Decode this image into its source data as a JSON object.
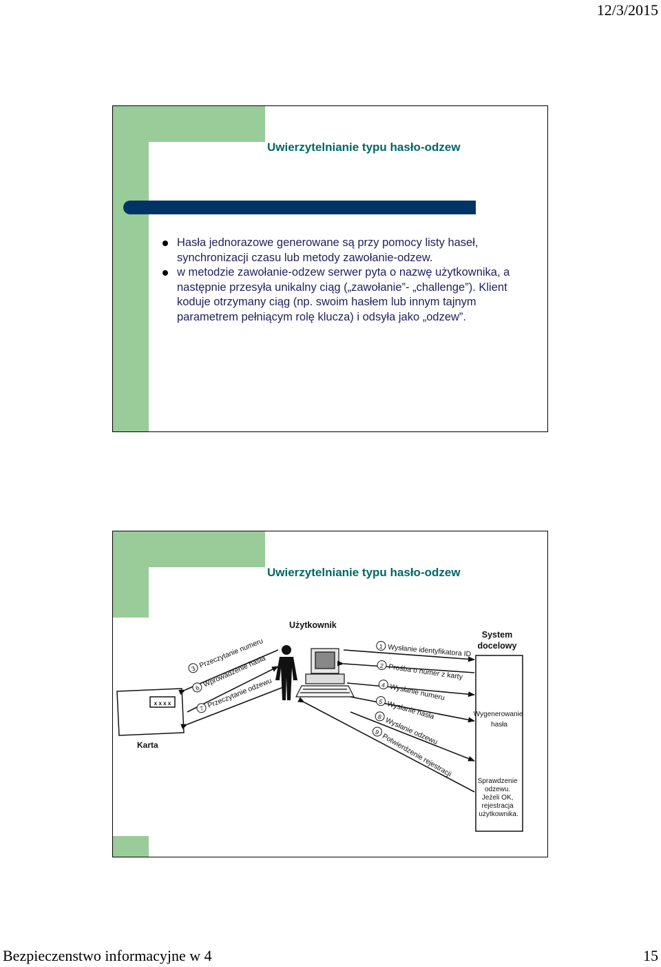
{
  "header": {
    "date": "12/3/2015"
  },
  "footer": {
    "left": "Bezpieczenstwo  informacyjne w 4",
    "page_number": "15"
  },
  "slide1": {
    "title": "Uwierzytelnianie typu hasło-odzew",
    "bullets": [
      "Hasła jednorazowe generowane są przy pomocy listy haseł, synchronizacji czasu lub metody zawołanie-odzew.",
      "w metodzie zawołanie-odzew serwer pyta o nazwę użytkownika, a następnie przesyła unikalny ciąg („zawołanie”- „challenge”). Klient koduje otrzymany ciąg (np. swoim hasłem lub innym tajnym parametrem pełniącym rolę klucza) i odsyła jako „odzew”."
    ]
  },
  "slide2": {
    "title": "Uwierzytelnianie typu hasło-odzew",
    "diagram": {
      "user_label": "Użytkownik",
      "system_label_1": "System",
      "system_label_2": "docelowy",
      "card_label": "Karta",
      "card_display": "x x x x",
      "card_steps": [
        {
          "num": "3",
          "text": "Przeczytanie numeru"
        },
        {
          "num": "6",
          "text": "Wprowadzenie hasła"
        },
        {
          "num": "7",
          "text": "Przeczytanie odzewu"
        }
      ],
      "system_steps": [
        {
          "num": "1",
          "text": "Wysłanie identyfikatora ID"
        },
        {
          "num": "2",
          "text": "Prośba o numer z karty"
        },
        {
          "num": "4",
          "text": "Wysłanie numeru"
        },
        {
          "num": "5",
          "text": "Wysłanie hasła"
        },
        {
          "num": "8",
          "text": "Wysłanie odzewu"
        },
        {
          "num": "9",
          "text": "Potwierdzenie rejestracji"
        }
      ],
      "system_note_1": [
        "Wygenerowanie",
        "hasła"
      ],
      "system_note_2": [
        "Sprawdzenie",
        "odzewu.",
        "Jeżeli OK,",
        "rejestracja",
        "użytkownika."
      ]
    }
  }
}
